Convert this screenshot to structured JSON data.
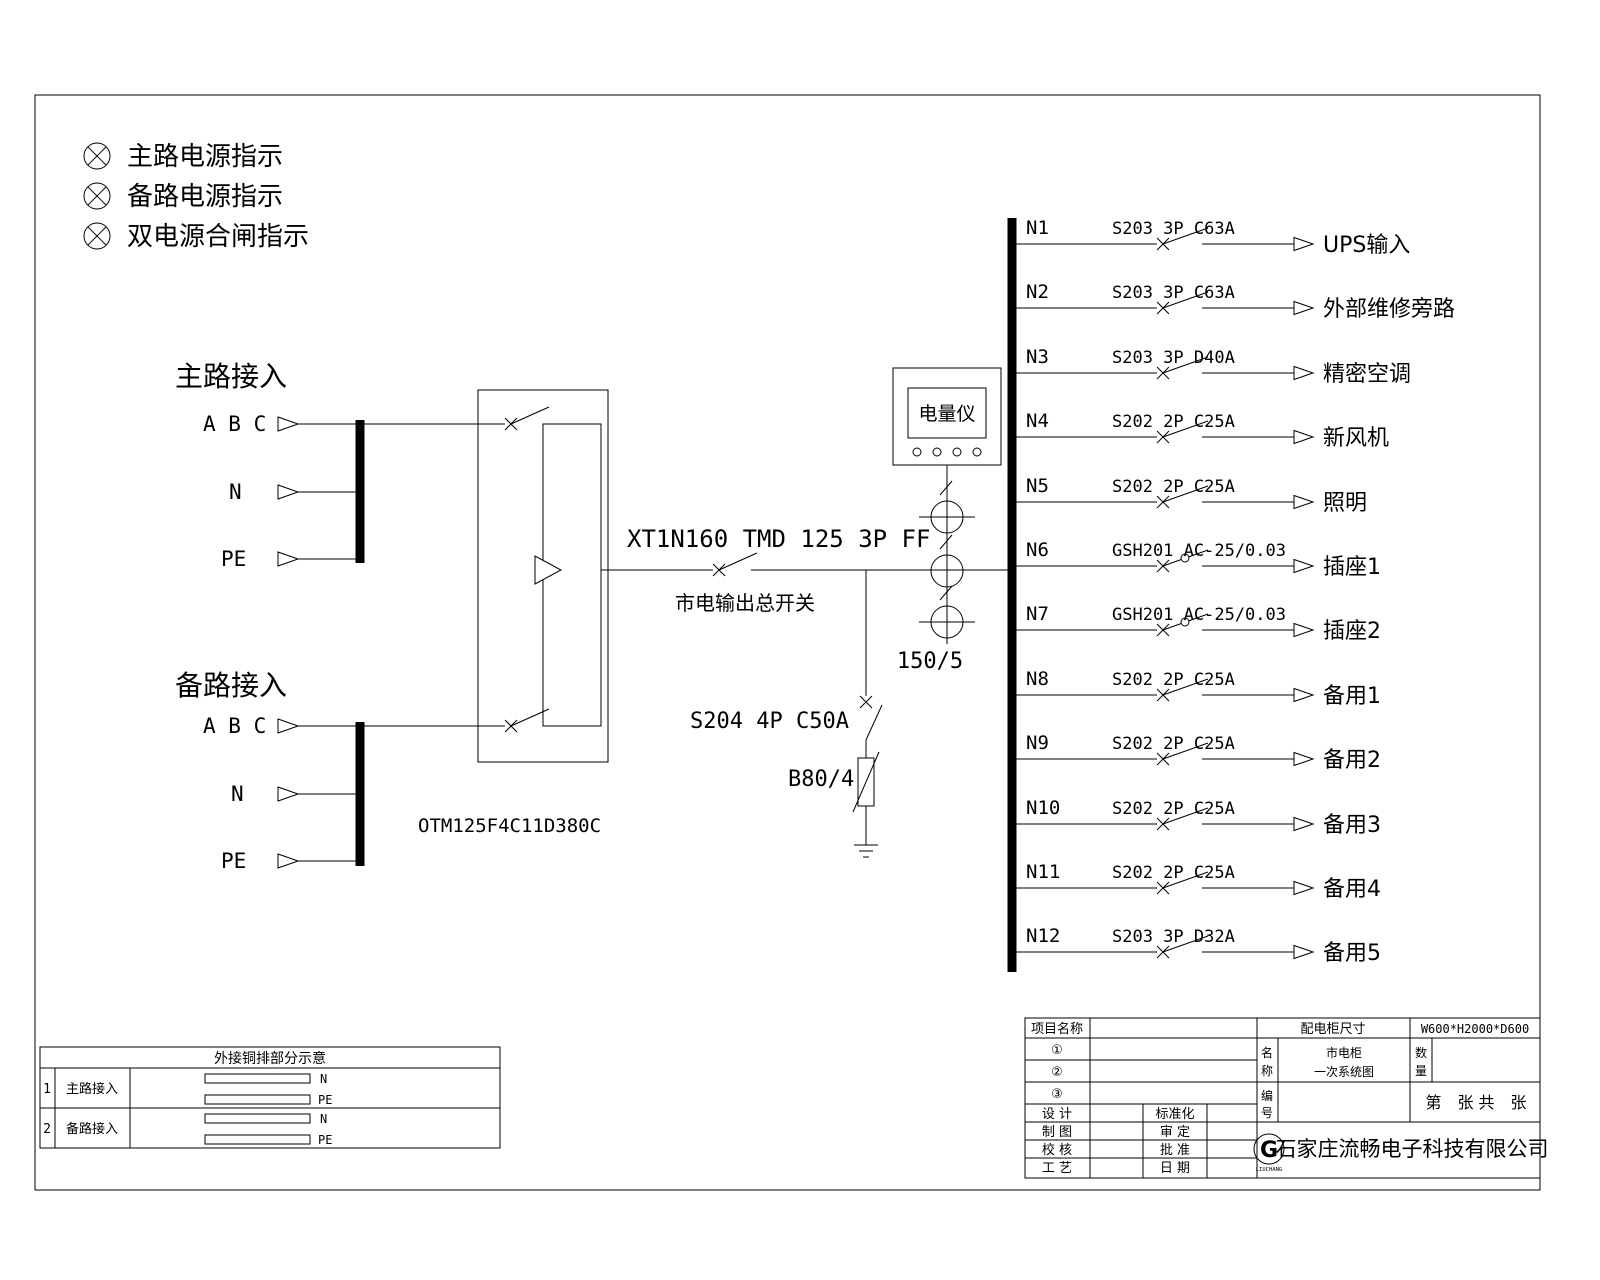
{
  "legend": {
    "items": [
      {
        "label": "主路电源指示"
      },
      {
        "label": "备路电源指示"
      },
      {
        "label": "双电源合闸指示"
      }
    ]
  },
  "incoming": {
    "main": {
      "title": "主路接入",
      "phases": "A B C",
      "neutral": "N",
      "pe": "PE"
    },
    "backup": {
      "title": "备路接入",
      "phases": "A B C",
      "neutral": "N",
      "pe": "PE"
    }
  },
  "ats": {
    "model": "OTM125F4C11D380C"
  },
  "main_breaker": {
    "spec": "XT1N160 TMD 125 3P FF",
    "label": "市电输出总开关"
  },
  "meter": {
    "label": "电量仪",
    "ct_ratio": "150/5"
  },
  "spd": {
    "breaker": "S204 4P C50A",
    "model": "B80/4"
  },
  "feeders": [
    {
      "id": "N1",
      "spec": "S203 3P C63A",
      "load": "UPS输入"
    },
    {
      "id": "N2",
      "spec": "S203 3P C63A",
      "load": "外部维修旁路"
    },
    {
      "id": "N3",
      "spec": "S203 3P D40A",
      "load": "精密空调"
    },
    {
      "id": "N4",
      "spec": "S202 2P C25A",
      "load": "新风机"
    },
    {
      "id": "N5",
      "spec": "S202 2P C25A",
      "load": "照明"
    },
    {
      "id": "N6",
      "spec": "GSH201 AC-25/0.03",
      "load": "插座1"
    },
    {
      "id": "N7",
      "spec": "GSH201 AC-25/0.03",
      "load": "插座2"
    },
    {
      "id": "N8",
      "spec": "S202 2P C25A",
      "load": "备用1"
    },
    {
      "id": "N9",
      "spec": "S202 2P C25A",
      "load": "备用2"
    },
    {
      "id": "N10",
      "spec": "S202 2P C25A",
      "load": "备用3"
    },
    {
      "id": "N11",
      "spec": "S202 2P C25A",
      "load": "备用4"
    },
    {
      "id": "N12",
      "spec": "S203 3P D32A",
      "load": "备用5"
    }
  ],
  "busbar_table": {
    "title": "外接铜排部分示意",
    "rows": [
      {
        "no": "1",
        "label": "主路接入",
        "bars": [
          "N",
          "PE"
        ]
      },
      {
        "no": "2",
        "label": "备路接入",
        "bars": [
          "N",
          "PE"
        ]
      }
    ]
  },
  "title_block": {
    "project_label": "项目名称",
    "row1": "①",
    "row2": "②",
    "row3": "③",
    "design": "设 计",
    "draw": "制 图",
    "check": "校 核",
    "craft": "工 艺",
    "standard": "标准化",
    "review": "审 定",
    "approve": "批 准",
    "date": "日 期",
    "size_label": "配电柜尺寸",
    "size_value": "W600*H2000*D600",
    "name_label_chars": [
      "名",
      "称"
    ],
    "name_line1": "市电柜",
    "name_line2": "一次系统图",
    "qty_label_chars": [
      "数",
      "量"
    ],
    "code_label_chars": [
      "编",
      "号"
    ],
    "sheet": "第　张 共　张",
    "logo": "G",
    "logo_sub": "LIUCHANG",
    "company": "石家庄流畅电子科技有限公司"
  }
}
